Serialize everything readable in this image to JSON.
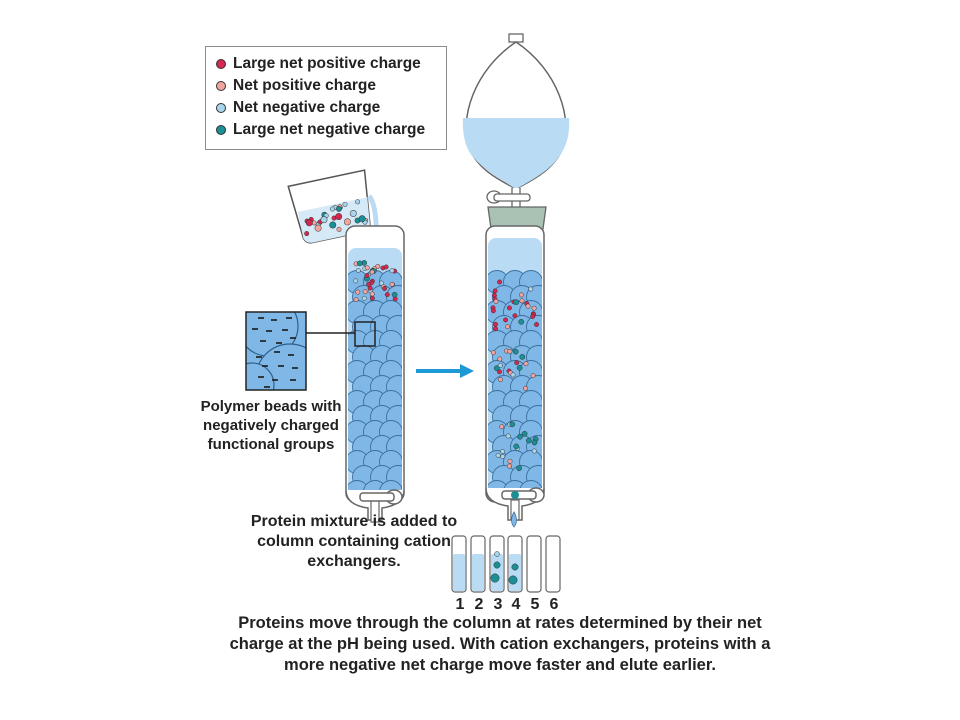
{
  "legend": {
    "items": [
      {
        "label": "Large net positive charge",
        "color": "#d7264f"
      },
      {
        "label": "Net positive charge",
        "color": "#f2a5a0"
      },
      {
        "label": "Net negative charge",
        "color": "#a9d5ec"
      },
      {
        "label": "Large net negative charge",
        "color": "#1a8f96"
      }
    ]
  },
  "captions": {
    "beads": "Polymer beads with negatively charged functional groups",
    "mixture": "Protein mixture is added to column containing cation exchangers.",
    "main": "Proteins move through the column at rates determined by their net charge at the pH being used. With cation exchangers, proteins with a more negative net charge move faster and elute earlier."
  },
  "tubes": {
    "numbers": [
      "1",
      "2",
      "3",
      "4",
      "5",
      "6"
    ]
  },
  "colors": {
    "bead_fill": "#7fb8e6",
    "bead_stroke": "#3d6f9e",
    "liquid": "#b9dbf3",
    "arrow": "#1d9ad6",
    "stopper": "#a9c2b4"
  }
}
